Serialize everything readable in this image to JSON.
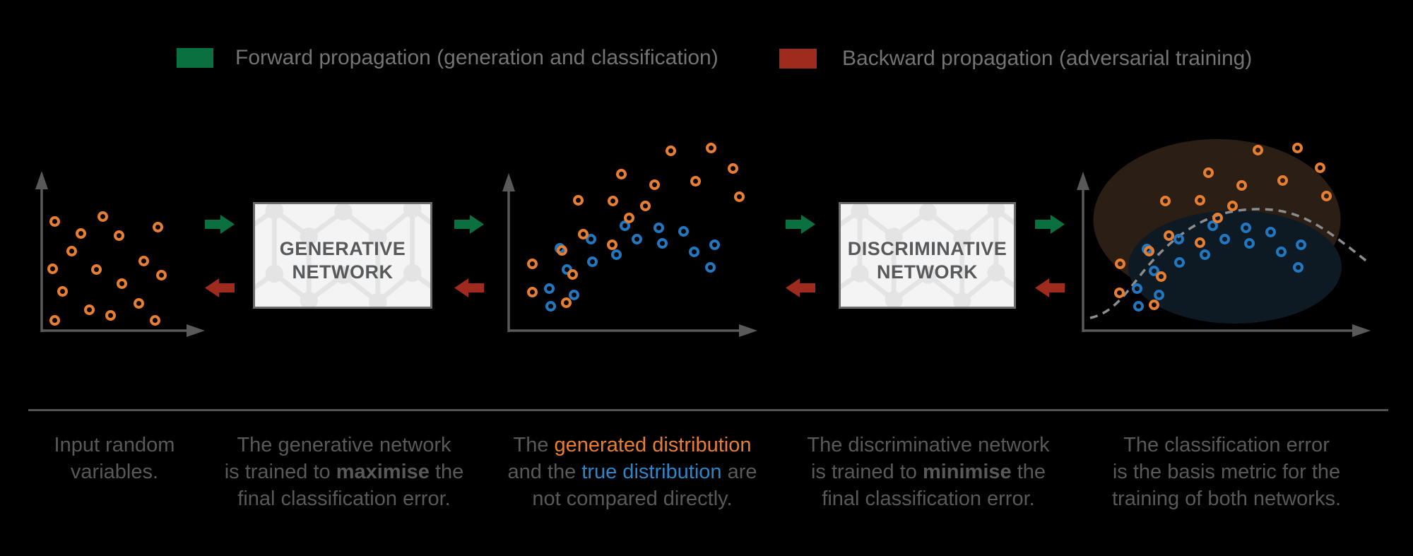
{
  "colors": {
    "background": "#000000",
    "forward_green": "#0B7040",
    "backward_red": "#9F2A1E",
    "orange_point": "#E87E30",
    "blue_point": "#2377BE",
    "orange_text": "#E87E2F",
    "blue_text": "#2C86CA",
    "axis_gray": "#595959",
    "caption_gray": "#595959",
    "legend_text_gray": "#747474",
    "box_fill": "#F4F4F4",
    "box_border": "#6B6B6B",
    "box_pattern": "#E4E4E4",
    "box_text": "#58595B",
    "generated_region_brown": "#2B1F15",
    "true_region_navy": "#0D1A23",
    "boundary_dash_gray": "#8C8C8C",
    "separator_gray": "#515151"
  },
  "legend": {
    "forward_label": "Forward propagation (generation and classification)",
    "backward_label": "Backward propagation (adversarial training)"
  },
  "boxes": {
    "generative": {
      "line1": "GENERATIVE",
      "line2": "NETWORK"
    },
    "discriminative": {
      "line1": "DISCRIMINATIVE",
      "line2": "NETWORK"
    }
  },
  "captions": [
    {
      "name": "caption-input",
      "lines": [
        [
          {
            "t": "Input random"
          }
        ],
        [
          {
            "t": "variables."
          }
        ]
      ]
    },
    {
      "name": "caption-generative",
      "lines": [
        [
          {
            "t": "The generative network"
          }
        ],
        [
          {
            "t": "is trained to "
          },
          {
            "t": "maximise",
            "s": "bold"
          },
          {
            "t": " the"
          }
        ],
        [
          {
            "t": "final classification error."
          }
        ]
      ]
    },
    {
      "name": "caption-distributions",
      "lines": [
        [
          {
            "t": "The "
          },
          {
            "t": "generated distribution",
            "s": "orange"
          }
        ],
        [
          {
            "t": "and the "
          },
          {
            "t": "true distribution",
            "s": "blue"
          },
          {
            "t": " are"
          }
        ],
        [
          {
            "t": "not compared directly."
          }
        ]
      ]
    },
    {
      "name": "caption-discriminative",
      "lines": [
        [
          {
            "t": "The discriminative network"
          }
        ],
        [
          {
            "t": "is trained to "
          },
          {
            "t": "minimise",
            "s": "bold"
          },
          {
            "t": " the"
          }
        ],
        [
          {
            "t": "final classification error."
          }
        ]
      ]
    },
    {
      "name": "caption-error",
      "lines": [
        [
          {
            "t": "The classification error"
          }
        ],
        [
          {
            "t": "is the basis metric for the"
          }
        ],
        [
          {
            "t": "training of both networks."
          }
        ]
      ]
    }
  ],
  "plots": {
    "input": {
      "orange": [
        [
          77,
          313
        ],
        [
          114,
          330
        ],
        [
          145,
          306
        ],
        [
          168,
          333
        ],
        [
          223,
          321
        ],
        [
          101,
          355
        ],
        [
          74,
          380
        ],
        [
          136,
          381
        ],
        [
          203,
          369
        ],
        [
          228,
          389
        ],
        [
          88,
          412
        ],
        [
          172,
          401
        ],
        [
          196,
          429
        ],
        [
          126,
          438
        ],
        [
          156,
          446
        ],
        [
          219,
          453
        ],
        [
          77,
          453
        ]
      ]
    },
    "distributions": {
      "blue": [
        [
          884,
          319
        ],
        [
          932,
          322
        ],
        [
          967,
          327
        ],
        [
          836,
          338
        ],
        [
          901,
          338
        ],
        [
          937,
          344
        ],
        [
          792,
          351
        ],
        [
          1011,
          346
        ],
        [
          982,
          356
        ],
        [
          872,
          360
        ],
        [
          838,
          370
        ],
        [
          802,
          381
        ],
        [
          1005,
          378
        ],
        [
          777,
          408
        ],
        [
          812,
          417
        ],
        [
          779,
          433
        ]
      ],
      "orange": [
        [
          949,
          213
        ],
        [
          1006,
          209
        ],
        [
          1037,
          238
        ],
        [
          879,
          246
        ],
        [
          926,
          261
        ],
        [
          984,
          256
        ],
        [
          1046,
          278
        ],
        [
          818,
          283
        ],
        [
          867,
          284
        ],
        [
          913,
          291
        ],
        [
          890,
          308
        ],
        [
          825,
          331
        ],
        [
          866,
          346
        ],
        [
          795,
          354
        ],
        [
          753,
          373
        ],
        [
          810,
          388
        ],
        [
          753,
          413
        ],
        [
          801,
          428
        ]
      ]
    },
    "classified": {
      "blue": [
        [
          1716,
          319
        ],
        [
          1763,
          322
        ],
        [
          1798,
          328
        ],
        [
          1668,
          338
        ],
        [
          1733,
          338
        ],
        [
          1768,
          344
        ],
        [
          1623,
          352
        ],
        [
          1841,
          346
        ],
        [
          1813,
          356
        ],
        [
          1705,
          360
        ],
        [
          1669,
          371
        ],
        [
          1633,
          383
        ],
        [
          1837,
          378
        ],
        [
          1609,
          408
        ],
        [
          1640,
          417
        ],
        [
          1611,
          433
        ]
      ],
      "orange": [
        [
          1780,
          212
        ],
        [
          1836,
          209
        ],
        [
          1868,
          237
        ],
        [
          1710,
          244
        ],
        [
          1757,
          262
        ],
        [
          1815,
          255
        ],
        [
          1877,
          277
        ],
        [
          1649,
          284
        ],
        [
          1698,
          283
        ],
        [
          1744,
          291
        ],
        [
          1723,
          308
        ],
        [
          1654,
          333
        ],
        [
          1698,
          343
        ],
        [
          1626,
          355
        ],
        [
          1585,
          373
        ],
        [
          1643,
          391
        ],
        [
          1584,
          414
        ],
        [
          1633,
          431
        ]
      ]
    }
  }
}
